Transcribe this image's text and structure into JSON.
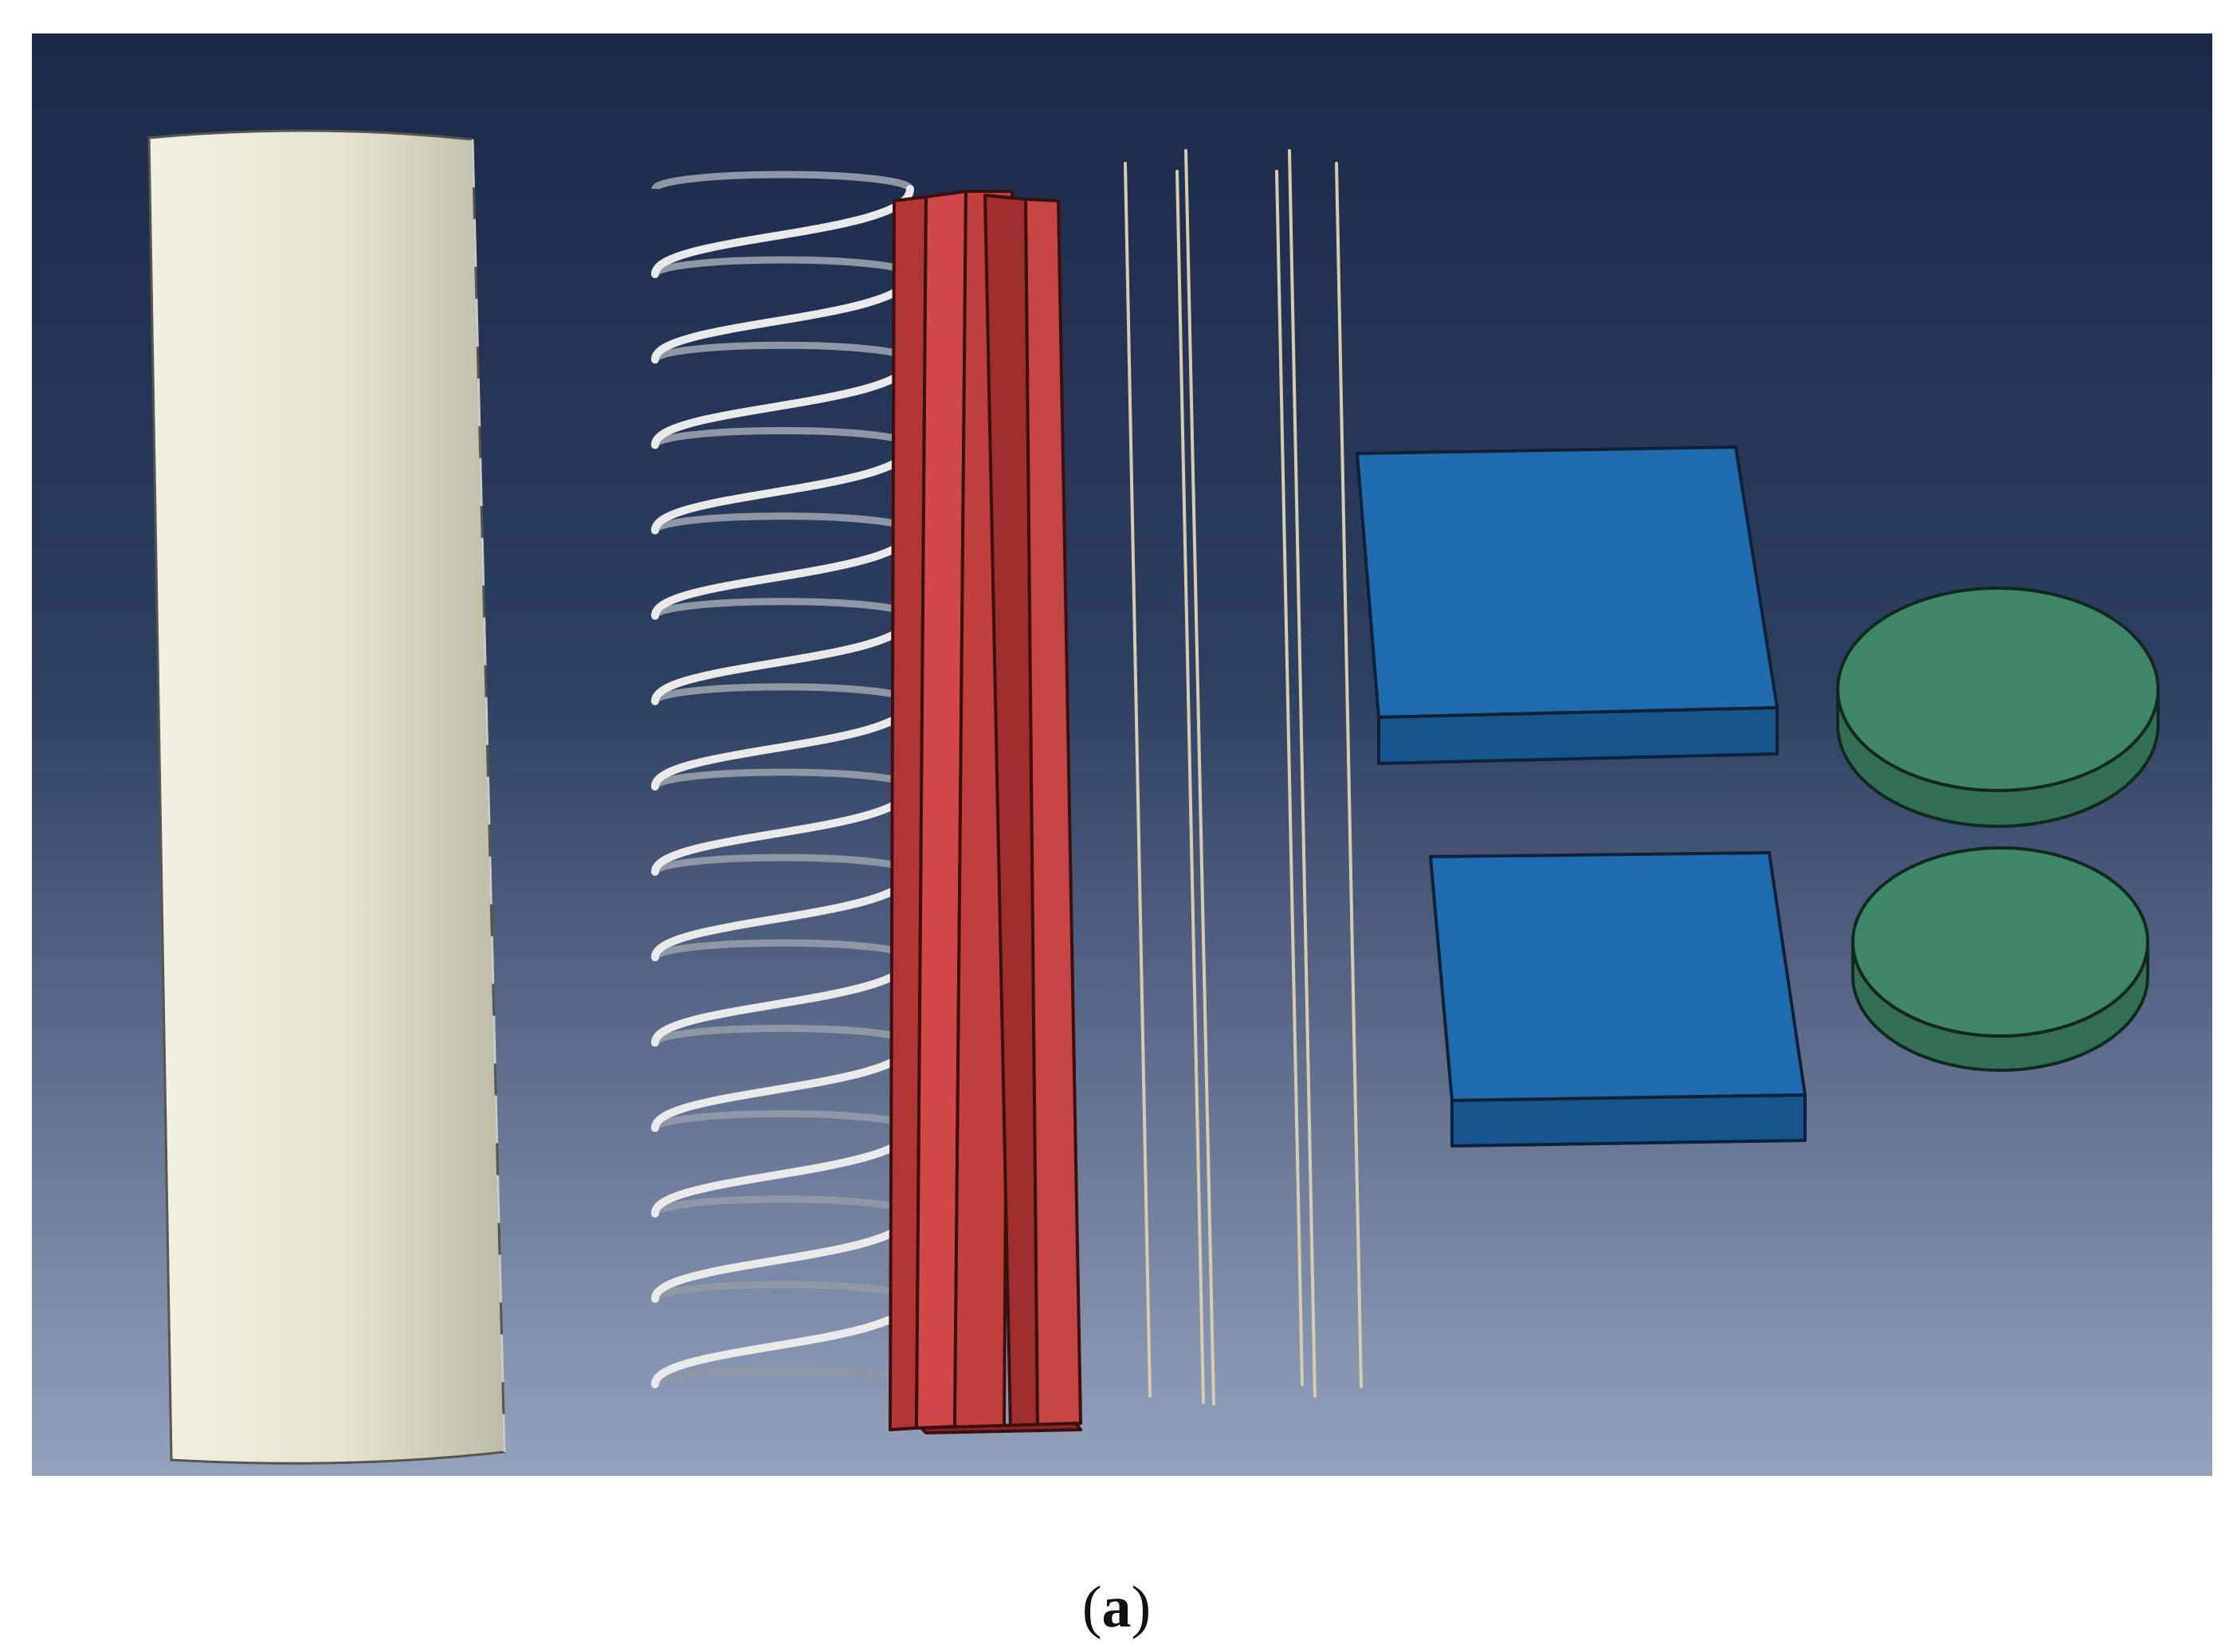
{
  "caption": {
    "open": "(",
    "label": "a",
    "close": ")"
  },
  "colors": {
    "background_top": "#1c2a48",
    "background_bottom": "#94a2bc",
    "cylinder": "#e4e2cf",
    "spring": "#e9e9ea",
    "core_bar": "#c84545",
    "rods": "#d8ccb0",
    "plates": "#1d6bab",
    "discs": "#3e8669"
  },
  "parts": [
    {
      "name": "outer-cylinder",
      "shape": "cylinder"
    },
    {
      "name": "helical-spring",
      "shape": "helix"
    },
    {
      "name": "core-bar-bundle",
      "shape": "prism-bundle"
    },
    {
      "name": "rods",
      "shape": "thin-rods",
      "count": 6
    },
    {
      "name": "square-plates",
      "shape": "square-plate",
      "count": 2
    },
    {
      "name": "round-discs",
      "shape": "disc",
      "count": 2
    }
  ]
}
